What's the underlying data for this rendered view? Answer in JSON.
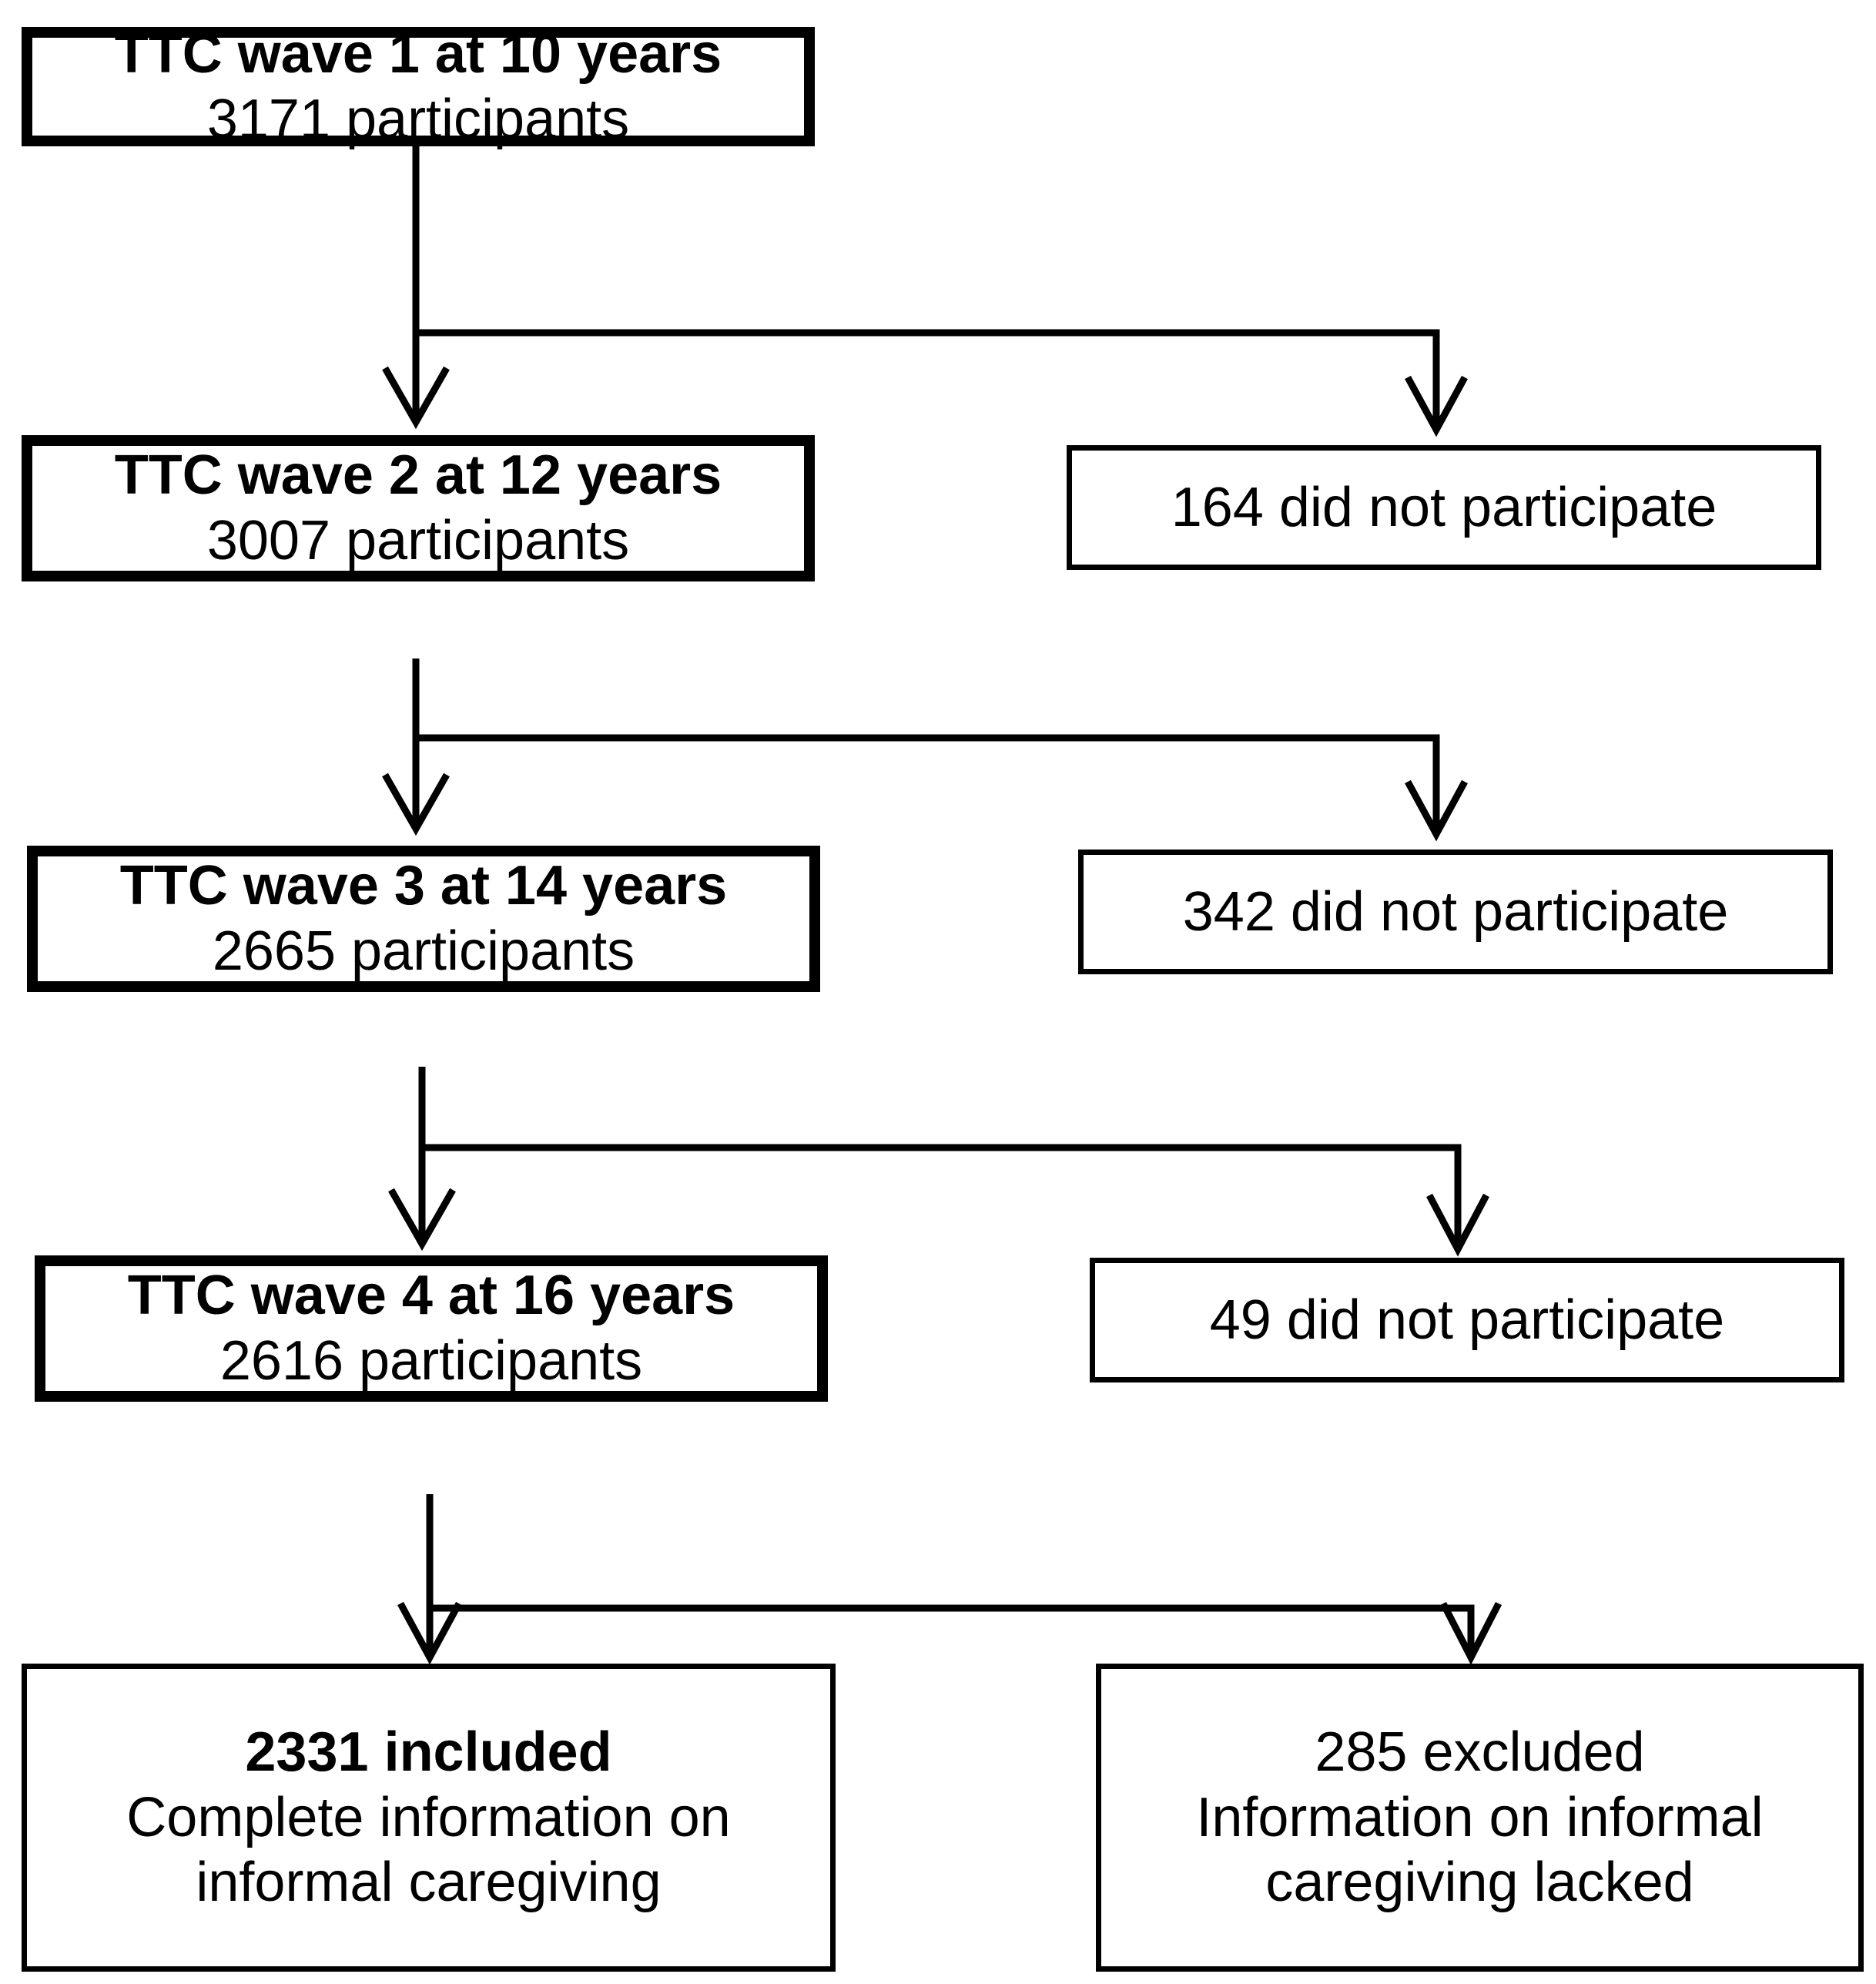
{
  "figure": {
    "type": "participant-flow-diagram",
    "background_color": "#ffffff",
    "line_color": "#000000",
    "text_color": "#000000"
  },
  "nodes": {
    "wave1": {
      "title": "TTC wave 1 at 10 years",
      "detail": "3171 participants"
    },
    "wave2": {
      "title": "TTC wave 2 at 12 years",
      "detail": "3007 participants"
    },
    "wave3": {
      "title": "TTC wave 3 at 14 years",
      "detail": "2665 participants"
    },
    "wave4": {
      "title": "TTC wave 4 at 16 years",
      "detail": "2616 participants"
    },
    "dropout1": {
      "text": "164 did not participate"
    },
    "dropout2": {
      "text": "342 did not participate"
    },
    "dropout3": {
      "text": "49 did not participate"
    },
    "included": {
      "title": "2331 included",
      "detail_line1": "Complete information on",
      "detail_line2": "informal caregiving"
    },
    "excluded": {
      "title": "285 excluded",
      "detail_line1": "Information on informal",
      "detail_line2": "caregiving lacked"
    }
  },
  "edges": [
    {
      "name": "wave1-to-wave2",
      "from": "wave1",
      "to": "wave2"
    },
    {
      "name": "wave1-to-dropout1",
      "from": "wave1",
      "to": "dropout1"
    },
    {
      "name": "wave2-to-wave3",
      "from": "wave2",
      "to": "wave3"
    },
    {
      "name": "wave2-to-dropout2",
      "from": "wave2",
      "to": "dropout2"
    },
    {
      "name": "wave3-to-wave4",
      "from": "wave3",
      "to": "wave4"
    },
    {
      "name": "wave3-to-dropout3",
      "from": "wave3",
      "to": "dropout3"
    },
    {
      "name": "wave4-to-included",
      "from": "wave4",
      "to": "included"
    },
    {
      "name": "wave4-to-excluded",
      "from": "wave4",
      "to": "excluded"
    }
  ]
}
